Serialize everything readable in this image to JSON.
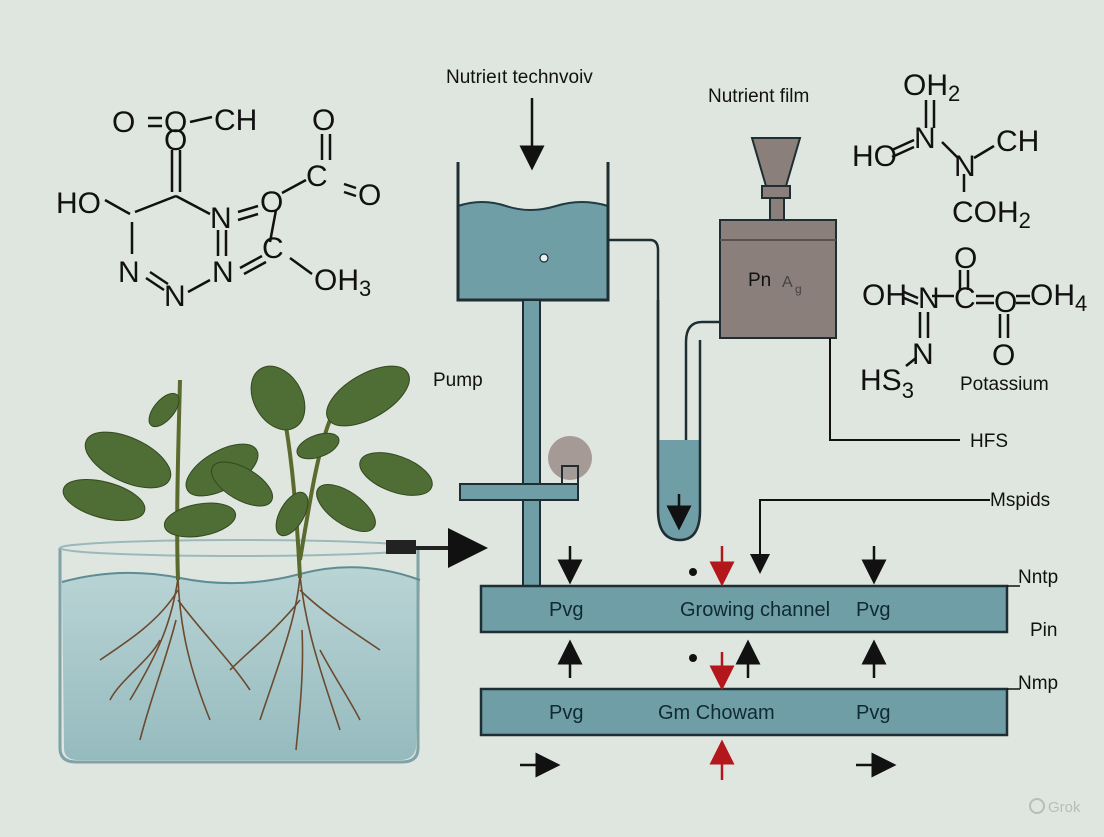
{
  "colors": {
    "background": "#dfe6df",
    "water": "#6f9ea6",
    "channel": "#6f9ea6",
    "unit": "#8a7f7a",
    "arrow_red": "#b3161b",
    "leaf": "#4e6e35"
  },
  "labels": {
    "reservoir_title": "Nutrieıt technvoiv",
    "film_title": "Nutrient film",
    "pump": "Pump",
    "unit_text": "Pn",
    "unit_glyph": "A",
    "unit_subglyph": "g",
    "hfs": "HFS",
    "mspids": "Mspids",
    "nntp": "Nntp",
    "pin": "Pin",
    "nmp": "Nmp",
    "potassium": "Potassium",
    "watermark": "Grok"
  },
  "channels": {
    "top": {
      "left": "Pvg",
      "center": "Growing channel",
      "right": "Pvg"
    },
    "bottom": {
      "left": "Pvg",
      "center": "Gm Chowam",
      "right": "Pvg"
    }
  },
  "chem_left": {
    "o1": "O",
    "o2": "O",
    "ch": "CH",
    "o3": "O",
    "ho": "HO",
    "n1": "N",
    "o4": "O",
    "c1": "C",
    "o5": "O",
    "n2": "N",
    "n3": "N",
    "n4": "N",
    "c2": "C",
    "oh3": "OH",
    "oh3_sub": "3"
  },
  "chem_right_top": {
    "oh2": "OH",
    "oh2_sub": "2",
    "ho": "HO",
    "n1": "N",
    "n2": "N",
    "ch": "CH",
    "coh2": "COH",
    "coh2_sub": "2"
  },
  "chem_right_mid": {
    "o_top": "O",
    "oh": "OH",
    "n1": "N",
    "c": "C",
    "o_mid": "O",
    "oh4": "OH",
    "oh4_sub": "4",
    "o_bottom": "O",
    "n2": "N",
    "hs3": "HS",
    "hs3_sub": "3"
  }
}
